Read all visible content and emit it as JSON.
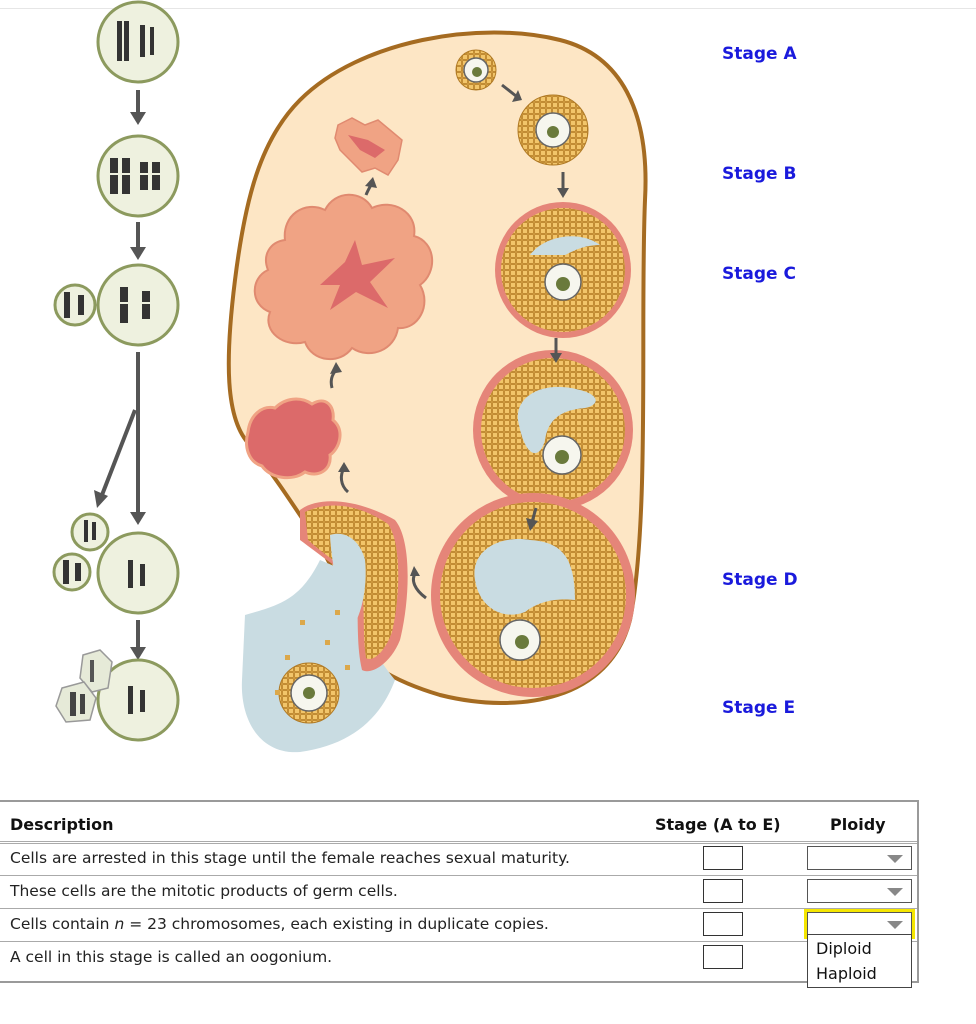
{
  "stages": [
    {
      "label": "Stage A"
    },
    {
      "label": "Stage B"
    },
    {
      "label": "Stage C"
    },
    {
      "label": "Stage D"
    },
    {
      "label": "Stage E"
    }
  ],
  "table": {
    "headers": {
      "description": "Description",
      "stage": "Stage (A to E)",
      "ploidy": "Ploidy"
    },
    "rows": [
      {
        "description": "Cells are arrested in this stage until the female reaches sexual maturity.",
        "stage_value": "",
        "ploidy_value": ""
      },
      {
        "description": "These cells are the mitotic products of germ cells.",
        "stage_value": "",
        "ploidy_value": ""
      },
      {
        "description_prefix": "Cells contain ",
        "description_var": "n",
        "description_suffix": " = 23 chromosomes, each existing in duplicate copies.",
        "stage_value": "",
        "ploidy_value": ""
      },
      {
        "description": "A cell in this stage is called an oogonium.",
        "stage_value": "",
        "ploidy_value": ""
      }
    ],
    "dropdown_options": [
      "Diploid",
      "Haploid"
    ]
  },
  "colors": {
    "stage_label": "#1a1adc",
    "ovary_fill": "#fde6c5",
    "ovary_border": "#a56b21",
    "cell_fill": "#eef1df",
    "cell_border": "#8c9a5e",
    "follicle_ring": "#e58579",
    "granulosa": "#dca84a",
    "antrum": "#c9dce2",
    "corpus": "#f0a384",
    "arrow": "#555555",
    "highlight": "#f5e600"
  }
}
